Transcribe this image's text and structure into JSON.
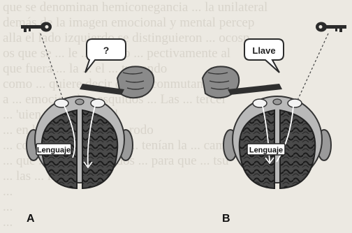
{
  "page_text": [
    "que se denominan hemiconegancia ... la unilateral",
    "demás de la imagen emocional y mental percep",
    "alla el lado izquierdo se distinguieron ... ocosp",
    "os que se ... le ... cuerpo ... pectivamente al",
    "que fuera ... la ... el ... trazando",
    "como ... quiere decir que ... conmutan",
    "a ... emocional ... esquidos ... Las ... tercel",
    "... 'uien lo pudieron el",
    "... en la ... mejoraron ... rodo",
    "... como los ... cambios ... tenían la ... cama",
    "... que ... los ... mercados ... para que ... tsu",
    "... las ... los ... bien",
    "...",
    "...",
    "..."
  ],
  "panel_a": {
    "letter": "A",
    "bubble": "?",
    "region_label": "Lenguaje"
  },
  "panel_b": {
    "letter": "B",
    "bubble": "Llave",
    "region_label": "Lenguaje"
  }
}
